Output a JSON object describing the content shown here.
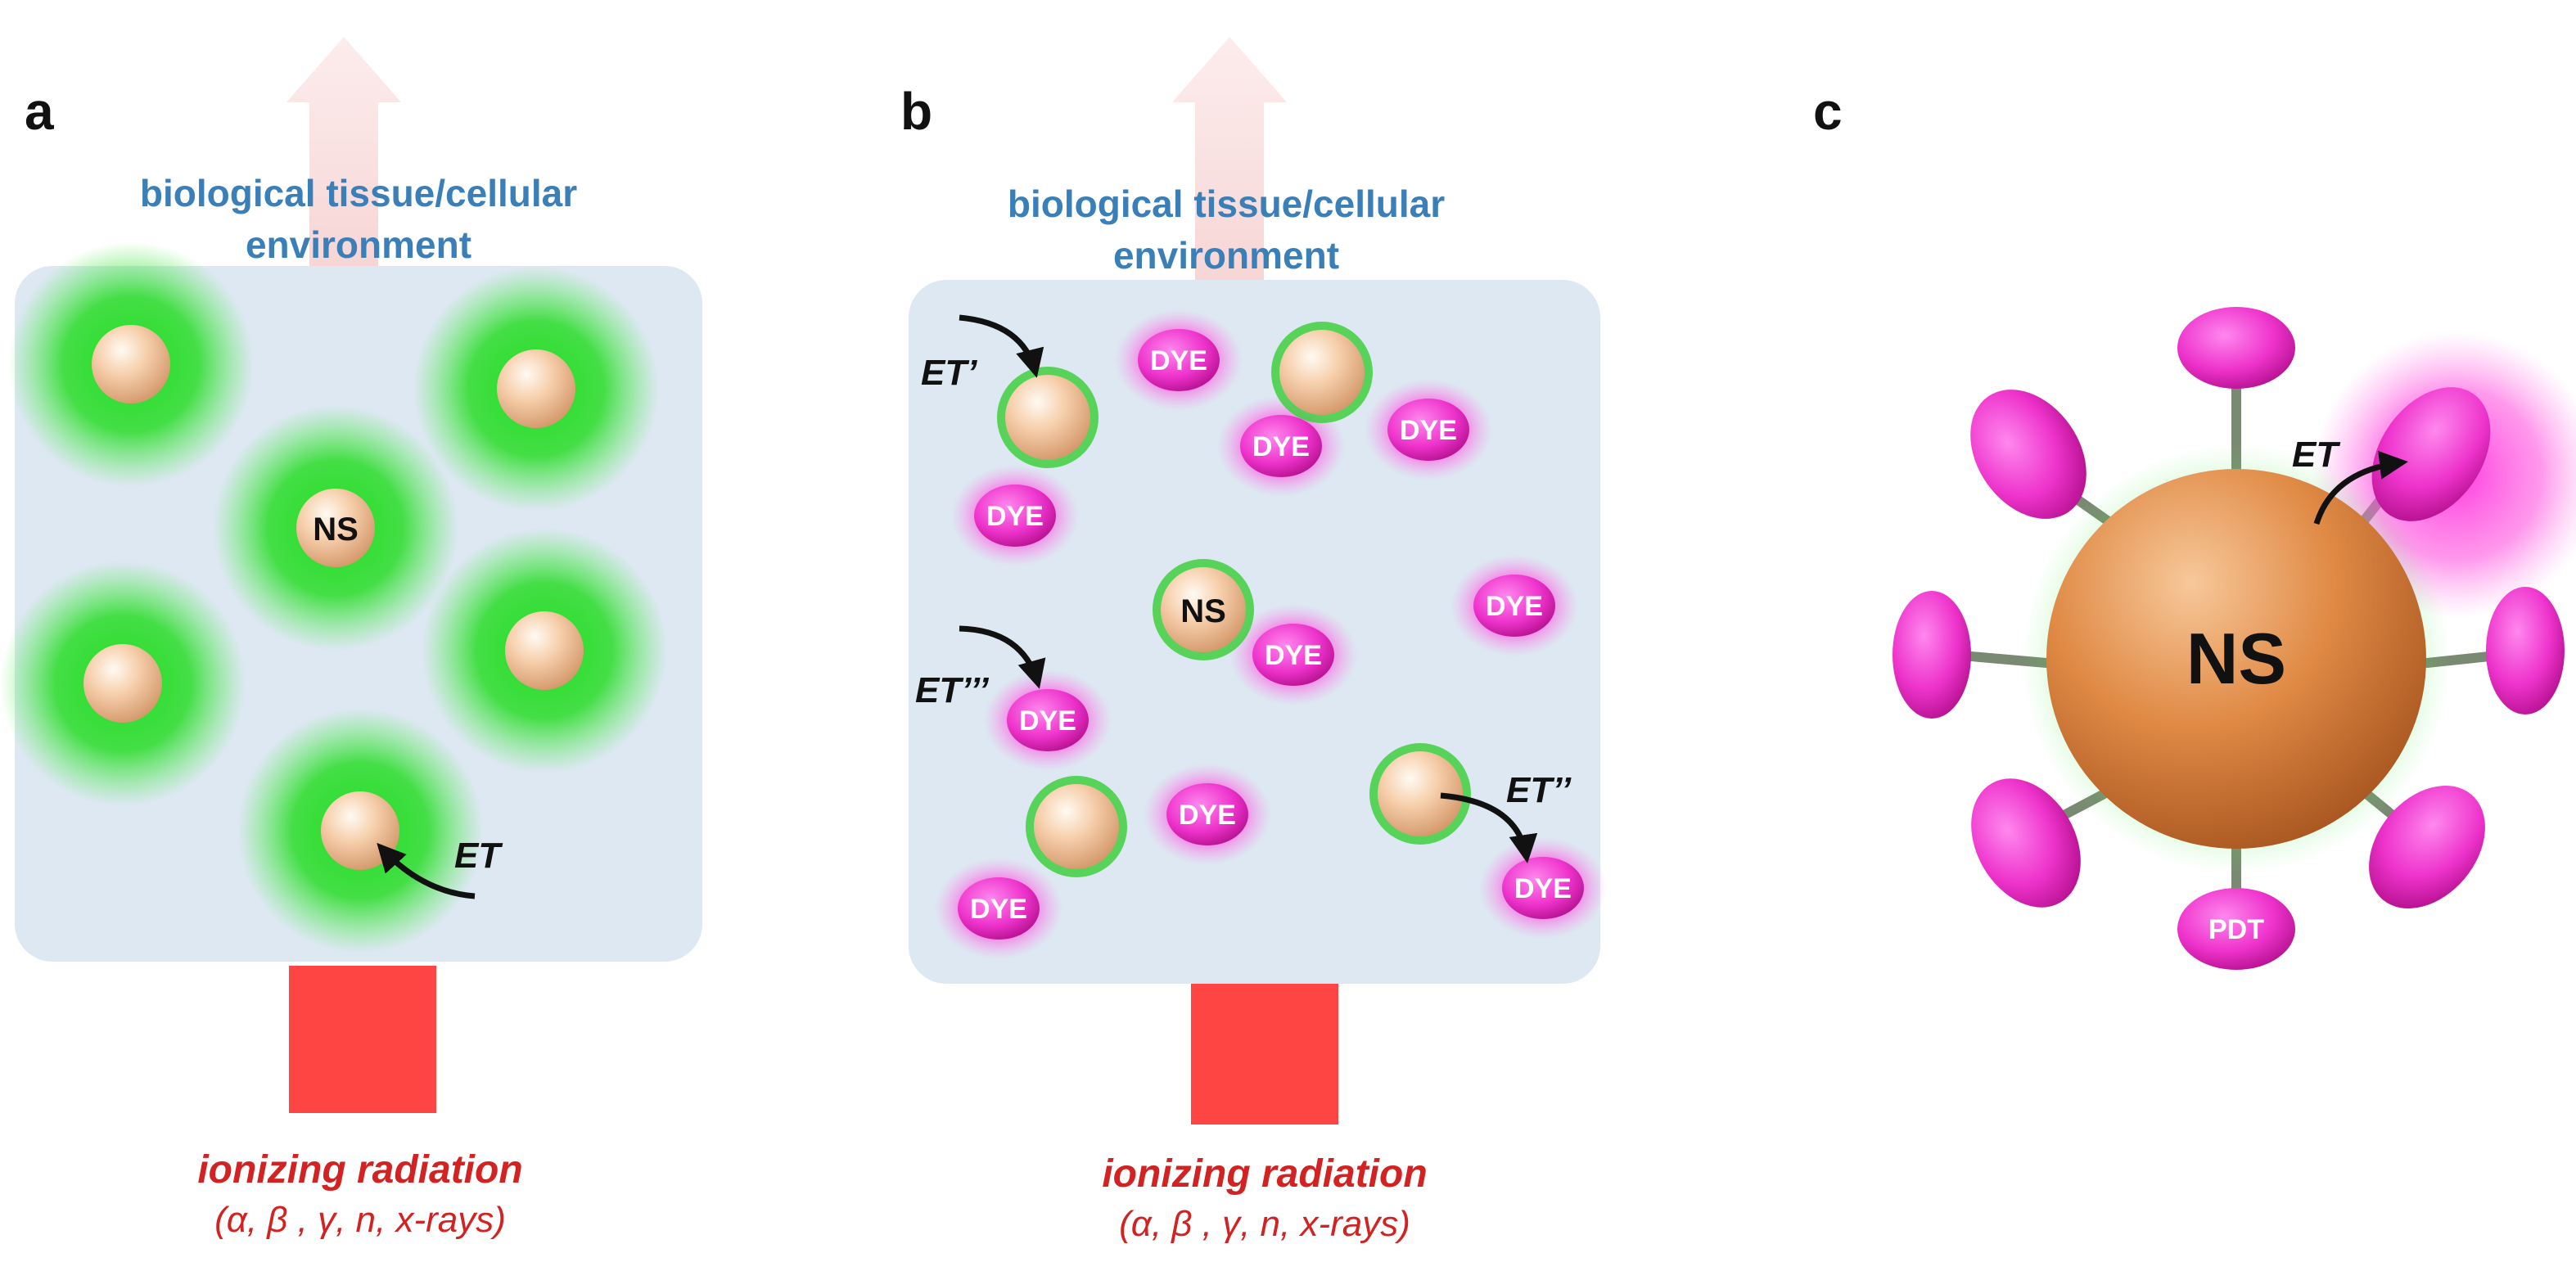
{
  "panels": {
    "a": {
      "letter": "a",
      "environment_line1": "biological tissue/cellular",
      "environment_line2": "environment",
      "ns_label": "NS",
      "et_label": "ET",
      "radiation_label": "ionizing radiation",
      "radiation_types": "(α, β , γ, n, x-rays)"
    },
    "b": {
      "letter": "b",
      "environment_line1": "biological tissue/cellular",
      "environment_line2": "environment",
      "ns_label": "NS",
      "dye_label": "DYE",
      "et1_label": "ET’",
      "et2_label": "ET’’",
      "et3_label": "ET’’’",
      "radiation_label": "ionizing radiation",
      "radiation_types": "(α, β , γ, n, x-rays)"
    },
    "c": {
      "letter": "c",
      "ns_label": "NS",
      "et_label": "ET",
      "pdt_label": "PDT"
    }
  },
  "colors": {
    "environment_fill": "#dde8f2",
    "scintillation_green": "#22dd22",
    "dye_magenta": "#ee22cc",
    "radiation_red": "#ff4444",
    "label_blue": "#3a7fb8",
    "nanoparticle": "#f5c8a0",
    "ns_core": "#d8783a"
  }
}
